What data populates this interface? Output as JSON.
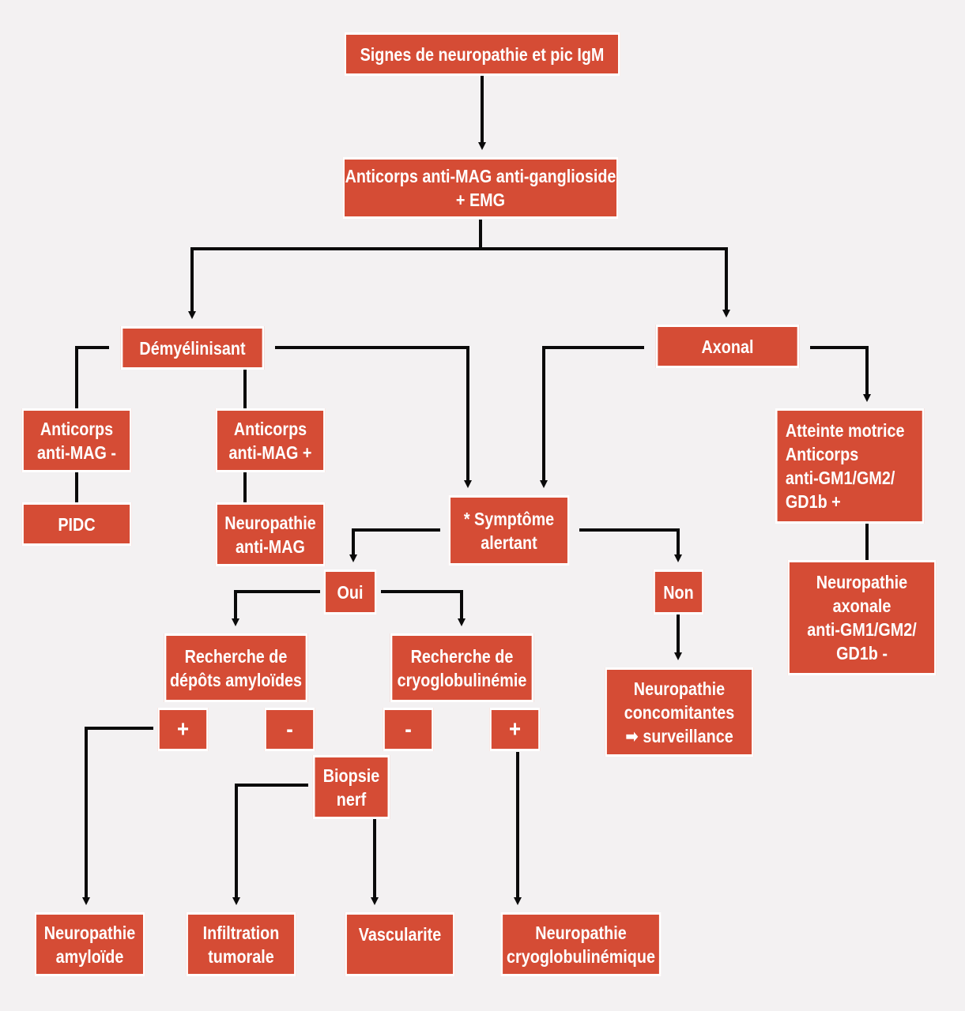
{
  "diagram": {
    "nodes": {
      "start": "Signes de neuropathie et pic IgM",
      "tests": "Anticorps anti-MAG anti-ganglioside\n+ EMG",
      "demyel": "Démyélinisant",
      "axonal": "Axonal",
      "antimag_neg": "Anticorps\nanti-MAG -",
      "antimag_pos": "Anticorps\nanti-MAG +",
      "pidc": "PIDC",
      "neuro_antimag": "Neuropathie\nanti-MAG",
      "symptome": "* Symptôme\nalertant",
      "motrice": "Atteinte motrice\nAnticorps\nanti-GM1/GM2/\nGD1b +",
      "neuro_axonale": "Neuropathie\naxonale\nanti-GM1/GM2/\nGD1b -",
      "oui": "Oui",
      "non": "Non",
      "amyloide_search": "Recherche de\ndépôts amyloïdes",
      "cryo_search": "Recherche de\ncryoglobulinémie",
      "concomitantes": "Neuropathie\nconcomitantes\n➡ surveillance",
      "amy_plus": "+",
      "amy_minus": "-",
      "cryo_minus": "-",
      "cryo_plus": "+",
      "biopsie": "Biopsie\nnerf",
      "neuro_amyloide": "Neuropathie\namyloïde",
      "infiltration": "Infiltration\ntumorale",
      "vascularite": "Vascularite",
      "neuro_cryo": "Neuropathie\ncryoglobulinémique"
    },
    "colors": {
      "node_fill": "#d54c35",
      "node_border": "#ffffff",
      "line": "#0a0a0a",
      "background": "#f3f1f2"
    }
  }
}
